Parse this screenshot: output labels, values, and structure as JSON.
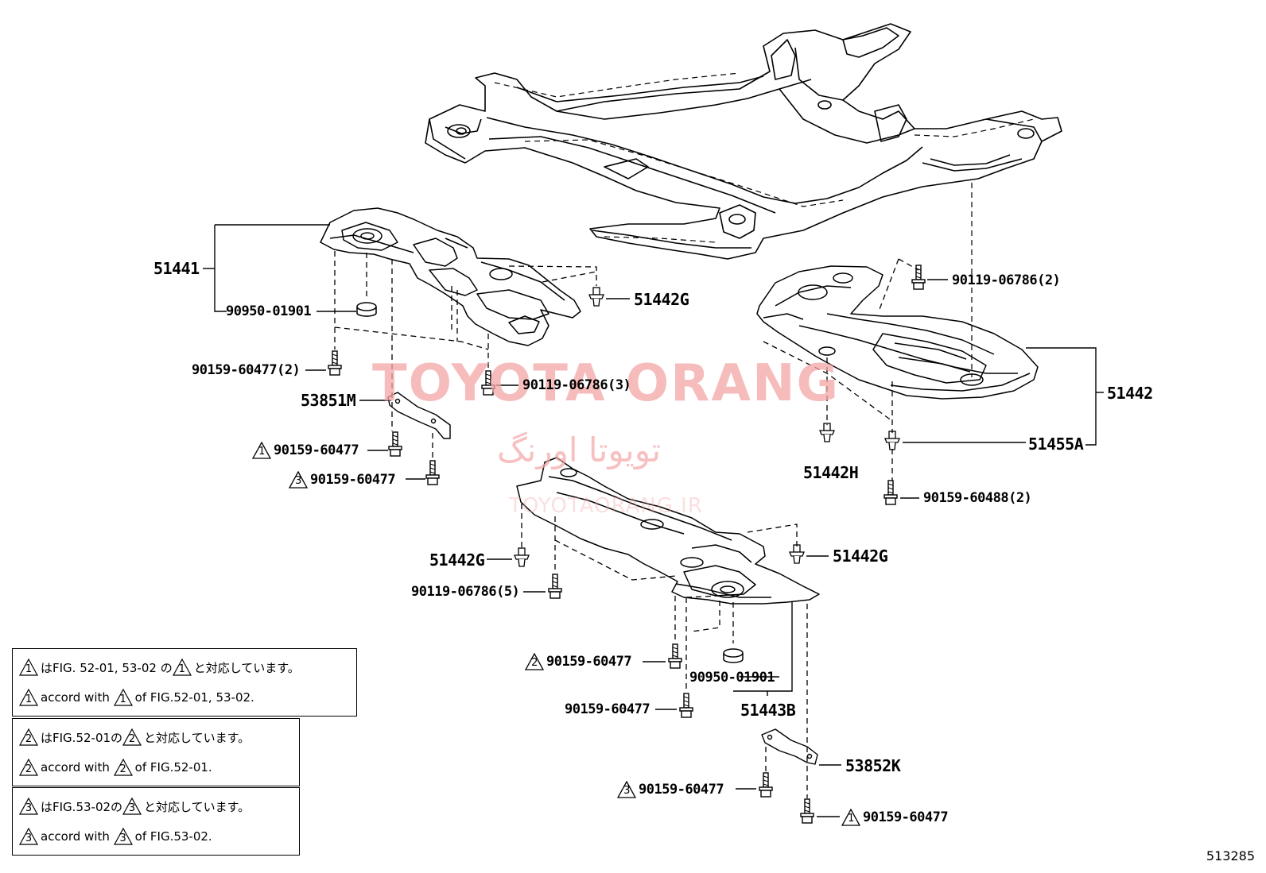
{
  "watermark": {
    "brand": "TOYOTA ORANG",
    "persian": "تویوتا اورنگ",
    "site": "TOYOTAORANG.IR"
  },
  "labels": {
    "p51441": "51441",
    "p90950_top": "90950-01901",
    "p51442G_top": "51442G",
    "p90159_60477_2": "90159-60477(2)",
    "p90119_06786_3": "90119-06786(3)",
    "p53851M": "53851M",
    "p90159_60477_n1": "90159-60477",
    "p90159_60477_n3": "90159-60477",
    "p90119_06786_2": "90119-06786(2)",
    "p51442": "51442",
    "p51455A": "51455A",
    "p51442H": "51442H",
    "p90159_60488_2": "90159-60488(2)",
    "p51442G_mid_left": "51442G",
    "p51442G_mid_right": "51442G",
    "p90119_06786_5": "90119-06786(5)",
    "p90159_60477_n2_bottom": "90159-60477",
    "p90950_bottom": "90950-01901",
    "p90159_60477_bottom": "90159-60477",
    "p51443B": "51443B",
    "p53852K": "53852K",
    "p90159_60477_n3_bottom": "90159-60477",
    "p90159_60477_n1_bottom": "90159-60477"
  },
  "markers": {
    "one": "1",
    "two": "2",
    "three": "3"
  },
  "notes": [
    {
      "jp_pre": "はFIG. 52-01, 53-02 の",
      "jp_post": "と対応しています。",
      "en_pre": "accord with",
      "en_post": "of FIG.52-01, 53-02.",
      "num": "1"
    },
    {
      "jp_pre": "はFIG.52-01の",
      "jp_post": "と対応しています。",
      "en_pre": "accord with",
      "en_post": "of FIG.52-01.",
      "num": "2"
    },
    {
      "jp_pre": "はFIG.53-02の",
      "jp_post": "と対応しています。",
      "en_pre": "accord with",
      "en_post": "of FIG.53-02.",
      "num": "3"
    }
  ],
  "figure_code": "513285"
}
